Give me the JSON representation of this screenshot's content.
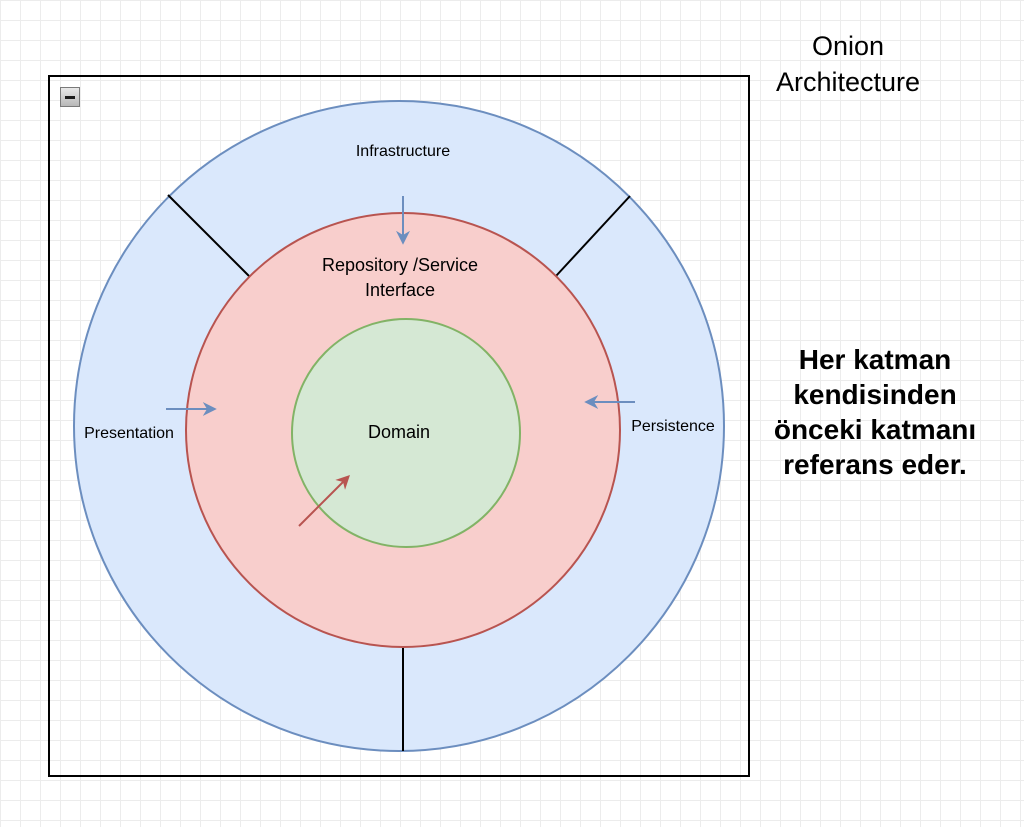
{
  "title": {
    "line1": "Onion",
    "line2": "Architecture"
  },
  "layers": {
    "infrastructure": "Infrastructure",
    "presentation": "Presentation",
    "persistence": "Persistence",
    "repository_line1": "Repository /Service",
    "repository_line2": "Interface",
    "domain": "Domain"
  },
  "note": {
    "line1": "Her katman",
    "line2": "kendisinden",
    "line3": "önceki katmanı",
    "line4": "referans eder."
  },
  "colors": {
    "outer_fill": "#dae8fc",
    "outer_stroke": "#6c8ebf",
    "middle_fill": "#f8cecc",
    "middle_stroke": "#b85450",
    "inner_fill": "#d5e8d4",
    "inner_stroke": "#82b366",
    "container_stroke": "#000000"
  },
  "icons": {
    "collapse": "minus-icon"
  }
}
